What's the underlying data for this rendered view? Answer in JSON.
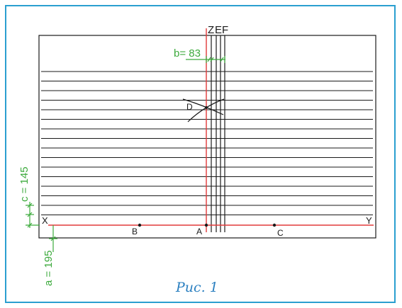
{
  "figure": {
    "caption": "Рис. 1",
    "colors": {
      "frame": "#2a9fd0",
      "ink": "#1a1a1a",
      "red": "#e23a3a",
      "green": "#3caa3c",
      "caption": "#2a7fc0"
    },
    "line_labels": {
      "z": "Z",
      "e": "E",
      "f": "F"
    },
    "point_labels": {
      "x": "X",
      "y": "Y",
      "a": "A",
      "b": "B",
      "c": "C",
      "d": "D"
    },
    "dimensions": {
      "a": "a = 195",
      "b": "b= 83",
      "c": "c = 145"
    }
  }
}
